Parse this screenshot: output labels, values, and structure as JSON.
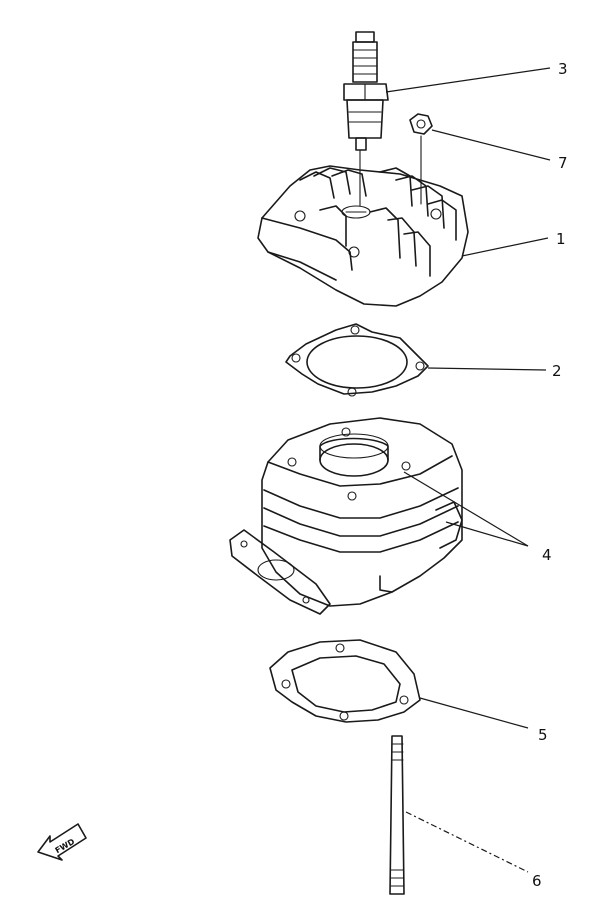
{
  "callouts": {
    "p1": "1",
    "p2": "2",
    "p3": "3",
    "p4": "4",
    "p5": "5",
    "p6": "6",
    "p7": "7"
  },
  "direction_label": "FWD"
}
